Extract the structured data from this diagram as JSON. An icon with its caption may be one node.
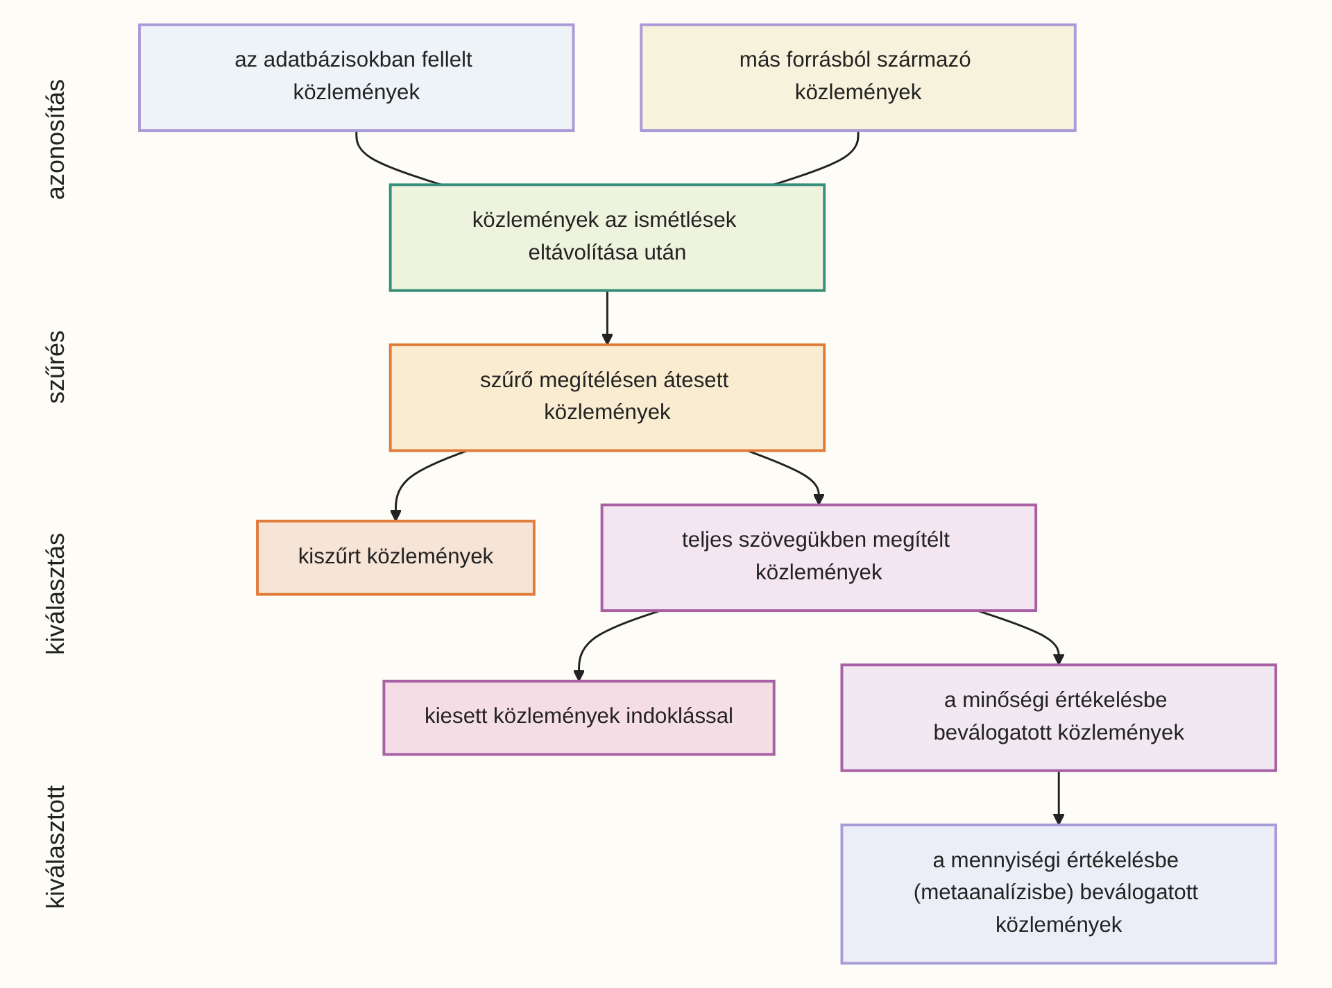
{
  "diagram": {
    "nodes": [
      {
        "text": [
          "az adatbázisokban fellelt közlemények"
        ]
      },
      {
        "text": [
          "más forrásból származó közlemények"
        ]
      },
      {
        "text": [
          "közlemények az ismétlések eltávolítása után"
        ]
      },
      {
        "text": [
          "szűrő megítélésen átesett közlemények"
        ]
      },
      {
        "text": [
          "kiszűrt közlemények"
        ]
      },
      {
        "text": [
          "teljes szövegükben megítélt közlemények"
        ]
      },
      {
        "text": [
          "kiesett közlemények indoklással"
        ]
      },
      {
        "text": [
          "a minőségi értékelésbe beválogatott közlemények"
        ]
      },
      {
        "text": [
          "a mennyiségi értékelésbe (metaanalízisbe) beválogatott közlemények"
        ]
      }
    ],
    "edges": [
      {
        "from": 0,
        "to": 2,
        "arrow": "none"
      },
      {
        "from": 1,
        "to": 2,
        "arrow": "none"
      },
      {
        "from": 2,
        "to": 3,
        "arrow": "to"
      },
      {
        "from": 3,
        "to": 4,
        "arrow": "to"
      },
      {
        "from": 3,
        "to": 5,
        "arrow": "to"
      },
      {
        "from": 5,
        "to": 6,
        "arrow": "to"
      },
      {
        "from": 5,
        "to": 7,
        "arrow": "to"
      },
      {
        "from": 7,
        "to": 8,
        "arrow": "to"
      }
    ],
    "labels": [
      "azonosítás",
      "szűrés",
      "kiválasztás",
      "kiválasztott"
    ]
  }
}
